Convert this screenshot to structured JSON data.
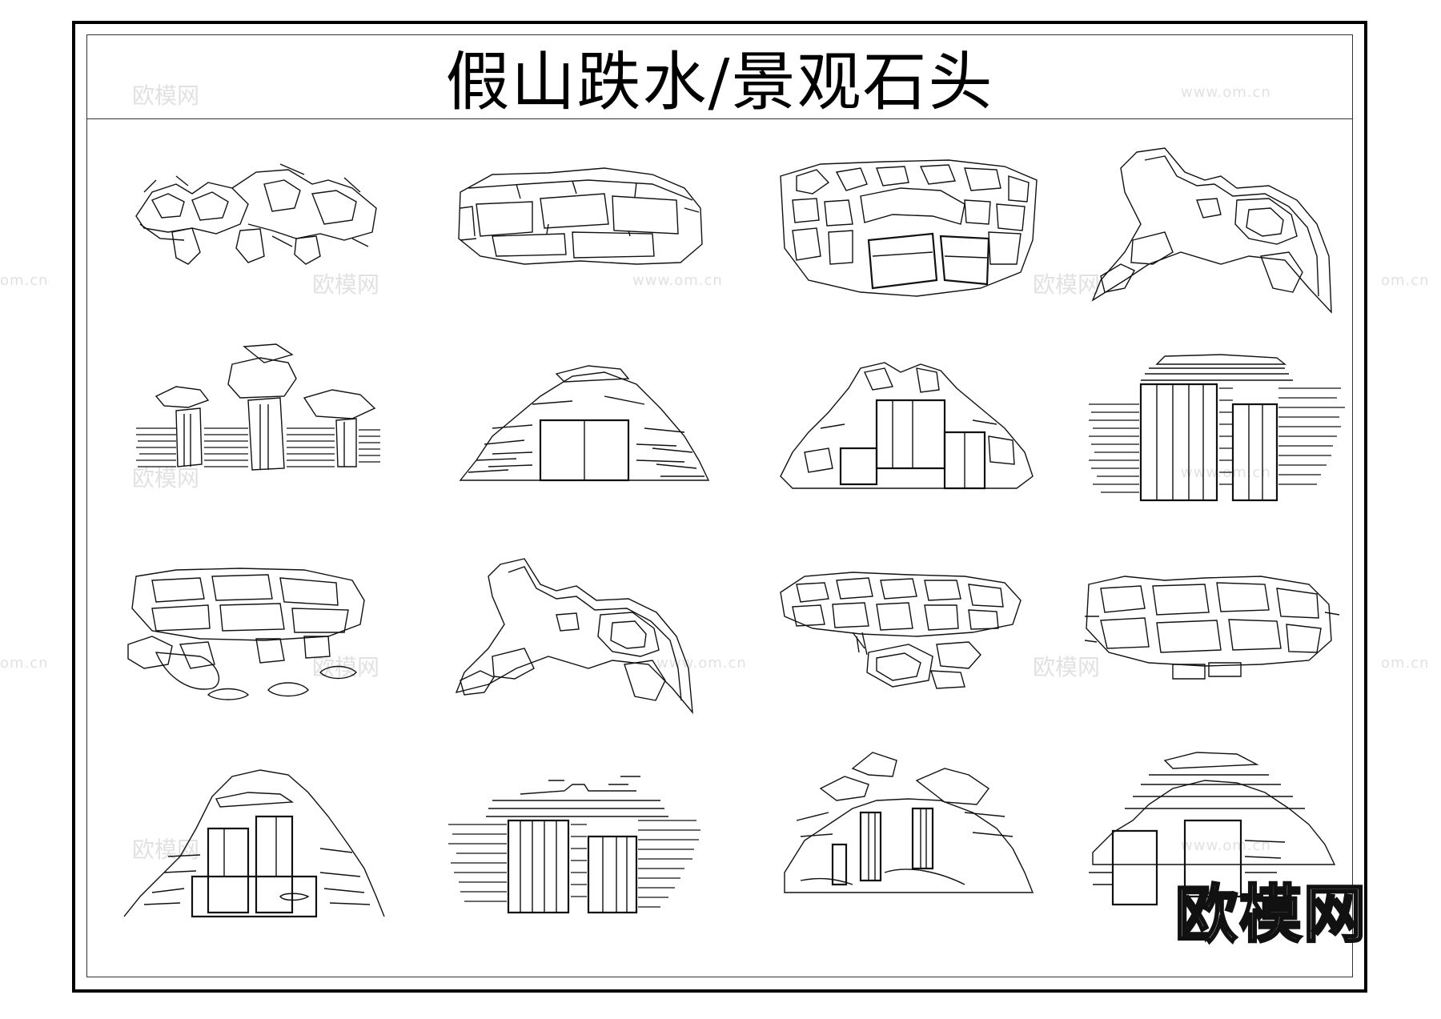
{
  "title": "假山跌水/景观石头",
  "watermarks": {
    "brand": "欧模网",
    "url": "www.om.cn",
    "url_short": "om.cn"
  },
  "logo": "欧模网",
  "drawings": [
    {
      "id": "plan-1",
      "kind": "plan"
    },
    {
      "id": "plan-2",
      "kind": "plan"
    },
    {
      "id": "plan-3",
      "kind": "plan"
    },
    {
      "id": "plan-4",
      "kind": "plan"
    },
    {
      "id": "elevation-1",
      "kind": "elevation"
    },
    {
      "id": "elevation-2",
      "kind": "elevation"
    },
    {
      "id": "elevation-3",
      "kind": "elevation"
    },
    {
      "id": "elevation-4",
      "kind": "elevation"
    },
    {
      "id": "plan-5",
      "kind": "plan"
    },
    {
      "id": "plan-6",
      "kind": "plan"
    },
    {
      "id": "plan-7",
      "kind": "plan"
    },
    {
      "id": "plan-8",
      "kind": "plan"
    },
    {
      "id": "elevation-5",
      "kind": "elevation"
    },
    {
      "id": "elevation-6",
      "kind": "elevation"
    },
    {
      "id": "elevation-7",
      "kind": "elevation"
    },
    {
      "id": "elevation-8",
      "kind": "elevation"
    }
  ]
}
